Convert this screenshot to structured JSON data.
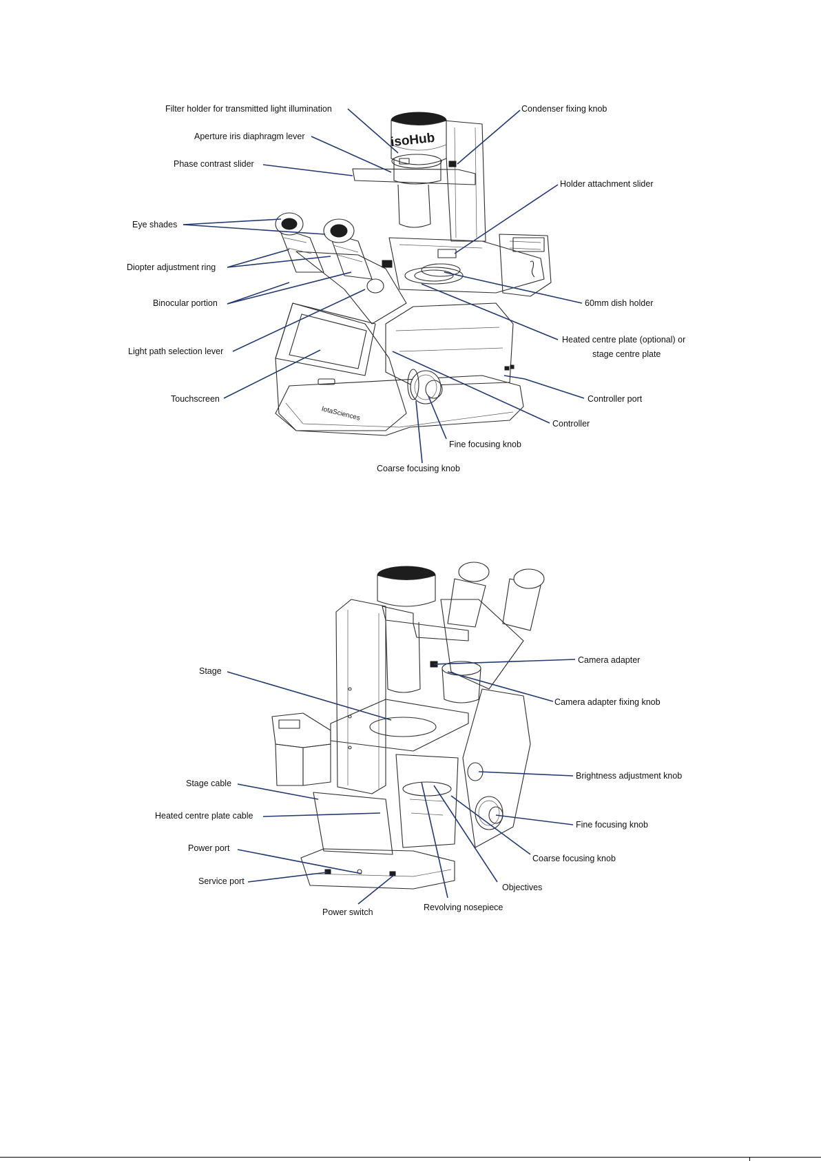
{
  "figure_top": {
    "brand_text": "isoHub",
    "logo_text": "IotaSciences",
    "labels": {
      "filter_holder": "Filter holder for transmitted light illumination",
      "aperture_lever": "Aperture iris diaphragm lever",
      "phase_slider": "Phase contrast slider",
      "eye_shades": "Eye shades",
      "diopter_ring": "Diopter adjustment ring",
      "binocular": "Binocular portion",
      "light_path_lever": "Light path selection lever",
      "touchscreen": "Touchscreen",
      "condenser_knob": "Condenser fixing knob",
      "holder_slider": "Holder attachment slider",
      "dish_holder": "60mm dish holder",
      "heated_plate_line1": "Heated centre plate (optional) or",
      "heated_plate_line2": "stage centre plate",
      "controller_port": "Controller port",
      "controller": "Controller",
      "fine_focus": "Fine focusing knob",
      "coarse_focus": "Coarse focusing knob"
    }
  },
  "figure_bottom": {
    "labels": {
      "stage": "Stage",
      "stage_cable": "Stage cable",
      "heated_cable": "Heated centre plate cable",
      "power_port": "Power port",
      "service_port": "Service port",
      "power_switch": "Power switch",
      "revolving_nosepiece": "Revolving nosepiece",
      "objectives": "Objectives",
      "coarse_focus": "Coarse focusing knob",
      "fine_focus": "Fine focusing knob",
      "brightness_knob": "Brightness adjustment knob",
      "camera_adapter_knob": "Camera adapter fixing knob",
      "camera_adapter": "Camera adapter"
    }
  },
  "colors": {
    "leader_line": "#22386e",
    "text": "#111111",
    "drawing": "#2b2b2b"
  }
}
